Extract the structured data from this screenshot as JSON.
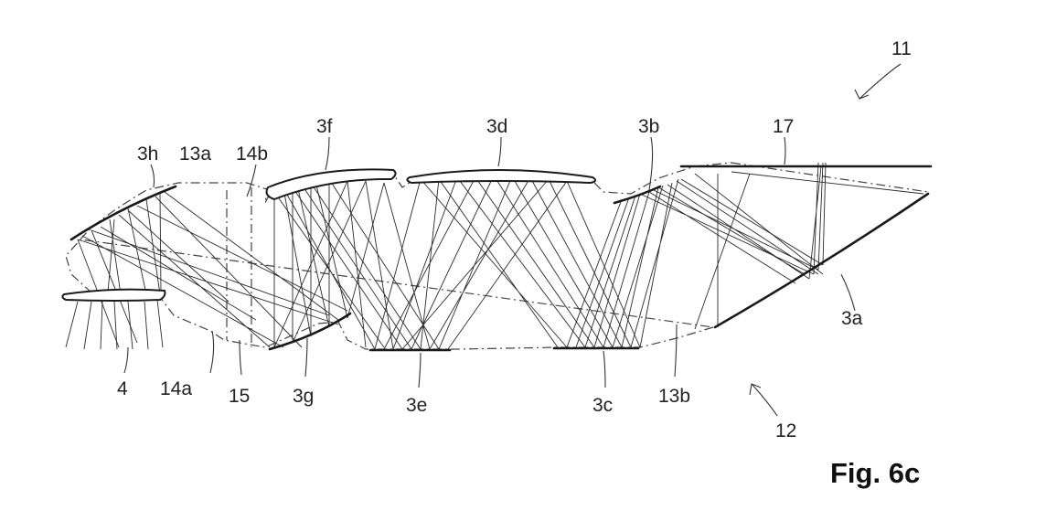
{
  "figure": {
    "caption": "Fig. 6c",
    "labels": {
      "l11": "11",
      "l17": "17",
      "l3d": "3d",
      "l3f": "3f",
      "l3b": "3b",
      "l3h": "3h",
      "l13a": "13a",
      "l14b": "14b",
      "l3a": "3a",
      "l4": "4",
      "l14a": "14a",
      "l15": "15",
      "l3g": "3g",
      "l3e": "3e",
      "l3c": "3c",
      "l13b": "13b",
      "l12": "12"
    }
  },
  "colors": {
    "ink": "#1a1a1a",
    "background": "#ffffff"
  }
}
